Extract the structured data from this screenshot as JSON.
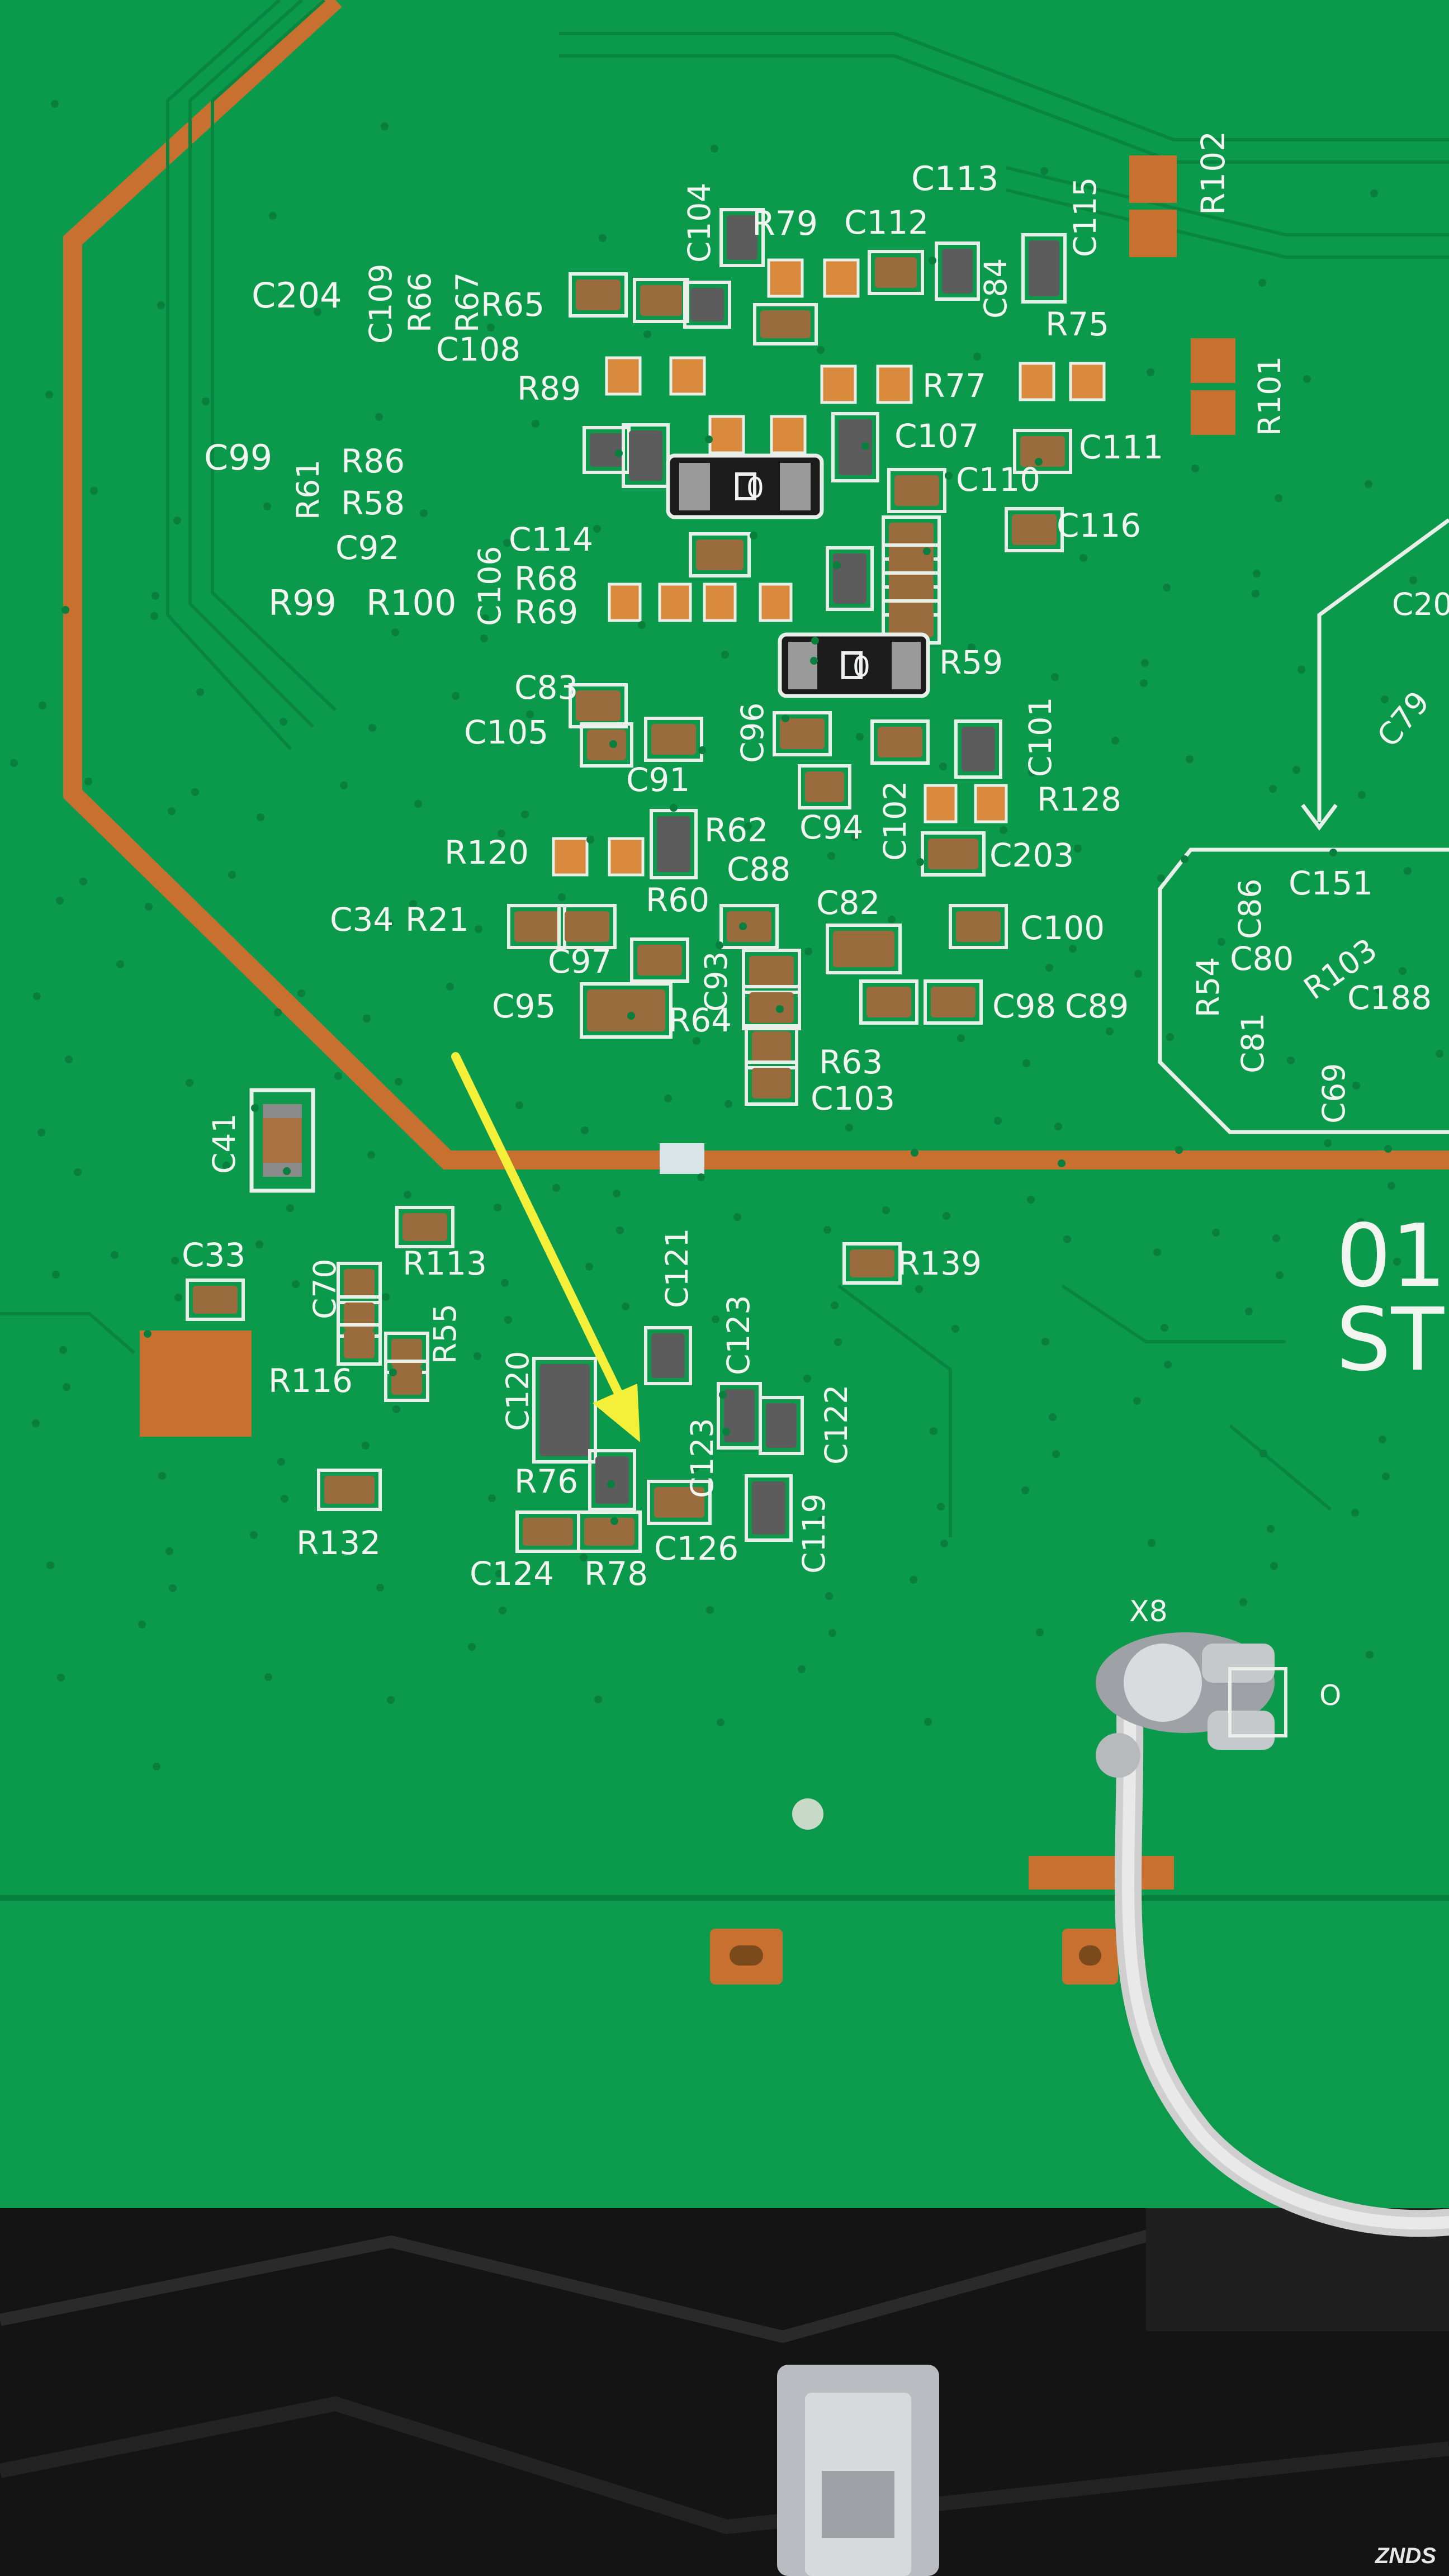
{
  "photo": {
    "subject": "pcb-closeup",
    "colors": {
      "board": "#0b9a4c",
      "board_dark": "#088a42",
      "copper": "#c8702f",
      "silkscreen": "#f2f4ef",
      "arrow": "#f4f03a",
      "case": "#141414"
    }
  },
  "labels": {
    "c113": "C113",
    "r102": "R102",
    "c104": "C104",
    "r79": "R79",
    "c112": "C112",
    "c115": "C115",
    "c84": "C84",
    "c204": "C204",
    "c109": "C109",
    "r66": "R66",
    "r67": "R67",
    "r65": "R65",
    "c108": "C108",
    "r75": "R75",
    "r89": "R89",
    "r77": "R77",
    "r101": "R101",
    "c99": "C99",
    "r86": "R86",
    "r61": "R61",
    "r58": "R58",
    "c92": "C92",
    "c107": "C107",
    "c111": "C111",
    "c110": "C110",
    "c116": "C116",
    "c114": "C114",
    "c106": "C106",
    "r68": "R68",
    "r69": "R69",
    "r99": "R99",
    "r100": "R100",
    "r59": "R59",
    "c83": "C83",
    "c105": "C105",
    "c96": "C96",
    "c101": "C101",
    "c91": "C91",
    "r62": "R62",
    "c94": "C94",
    "c102": "C102",
    "r128": "R128",
    "r120": "R120",
    "c203": "C203",
    "c88": "C88",
    "r60": "R60",
    "c82": "C82",
    "c34": "C34",
    "r21": "R21",
    "c100": "C100",
    "c97": "C97",
    "c93": "C93",
    "c95": "C95",
    "r64": "R64",
    "c98": "C98",
    "c89": "C89",
    "r63": "R63",
    "c103": "C103",
    "c79": "C79",
    "c20": "C20",
    "c86": "C86",
    "c151": "C151",
    "r54": "R54",
    "c80": "C80",
    "r103": "R103",
    "c188": "C188",
    "c81": "C81",
    "c69": "C69",
    "c41": "C41",
    "r113": "R113",
    "r139": "R139",
    "c33": "C33",
    "c70": "C70",
    "r116": "R116",
    "r55": "R55",
    "c121": "C121",
    "c123a": "C123",
    "c123b": "C123",
    "c120": "C120",
    "c122": "C122",
    "r76": "R76",
    "c119": "C119",
    "r132": "R132",
    "c126": "C126",
    "c124": "C124",
    "r78": "R78",
    "x8": "X8",
    "big1": "01",
    "big2": "ST",
    "marker_o": "O",
    "rv1": "0",
    "rv2": "0"
  },
  "watermark": "ZNDS"
}
